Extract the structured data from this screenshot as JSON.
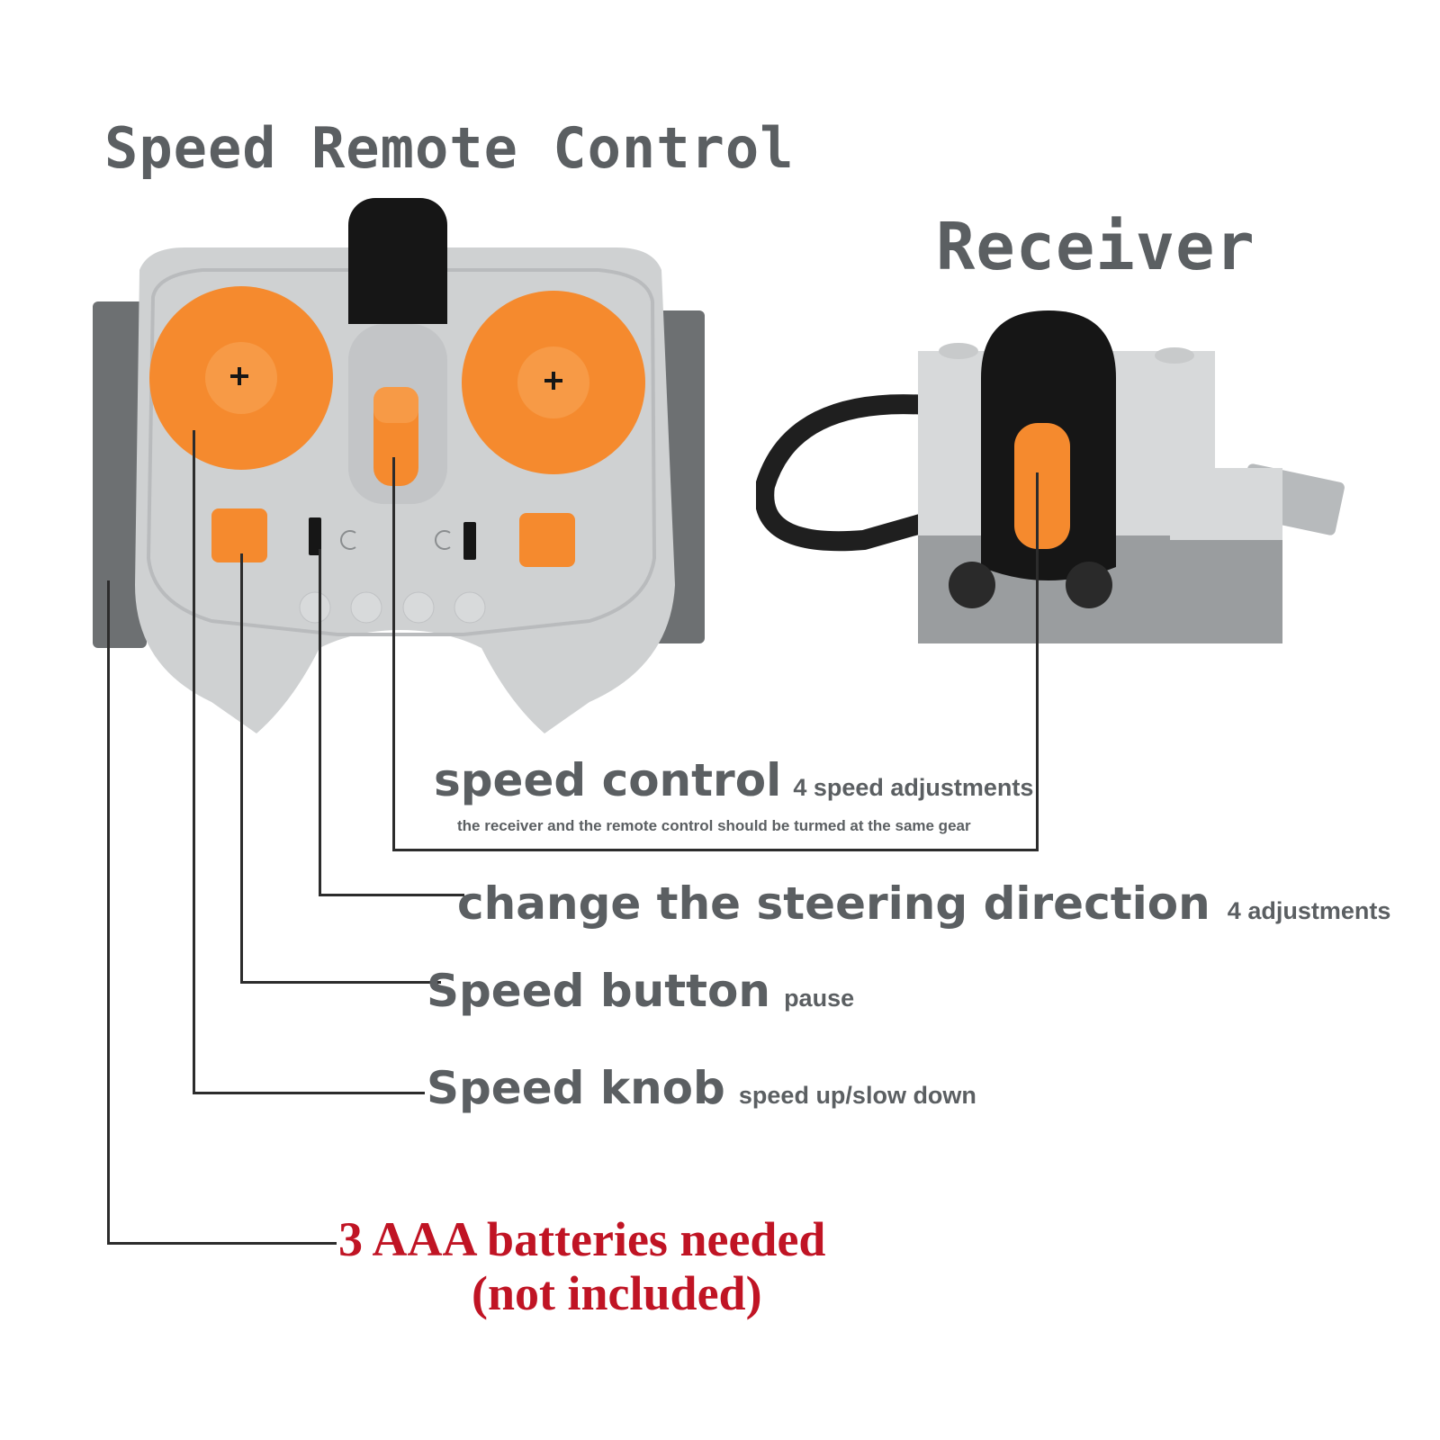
{
  "titles": {
    "remote": "Speed Remote Control",
    "receiver": "Receiver"
  },
  "labels": {
    "speed_control": {
      "main": "speed control",
      "sub": "4 speed adjustments",
      "note": "the receiver and the remote control should be turmed at the same gear"
    },
    "steering": {
      "main": "change the steering direction",
      "sub": "4 adjustments"
    },
    "speed_button": {
      "main": "Speed button",
      "sub": "pause"
    },
    "speed_knob": {
      "main": "Speed knob",
      "sub": "speed up/slow down"
    },
    "batteries": {
      "line1": "3 AAA batteries needed",
      "line2": "(not included)"
    }
  },
  "icons": {
    "remote": "remote-control-icon",
    "receiver": "ir-receiver-icon",
    "knob": "speed-knob-icon",
    "button": "speed-button-icon",
    "switch": "direction-switch-icon",
    "selector": "channel-selector-icon"
  },
  "colors": {
    "text_gray": "#5b5f62",
    "accent_orange": "#f58a2e",
    "body_gray": "#cfd1d2",
    "dark_gray": "#6d7072",
    "black": "#161616",
    "warning_red": "#c01424",
    "line": "#2c2c2c"
  }
}
